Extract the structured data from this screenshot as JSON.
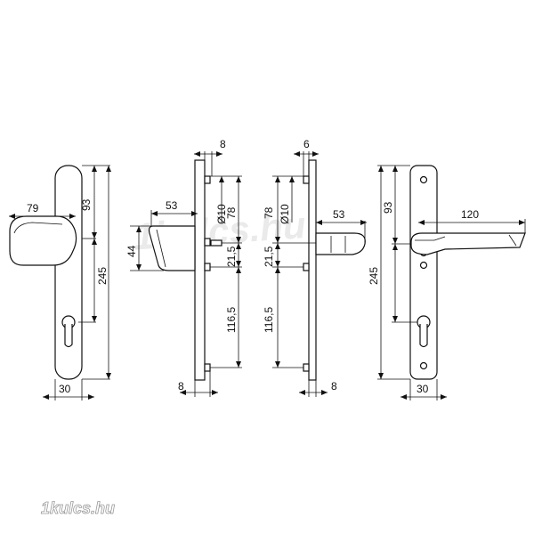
{
  "watermark": "1kulcs.hu",
  "corner_watermark": "1kulcs.hu",
  "colors": {
    "line": "#111111",
    "watermark": "#d9d9d9"
  },
  "view1": {
    "lever_length": "79",
    "top_to_spindle": "93",
    "spindle_to_cylinder": "245",
    "plate_width": "30"
  },
  "view2": {
    "top_offset": "8",
    "hole_dia": "Ø10",
    "top_to_spindle": "78",
    "rose_height": "44",
    "projection": "53",
    "spindle_gap": "21,5",
    "screw_span": "116,5",
    "bottom_offset": "8"
  },
  "view3": {
    "top_offset": "6",
    "hole_dia": "Ø10",
    "top_to_spindle": "78",
    "projection": "53",
    "spindle_gap": "21,5",
    "screw_span": "116,5",
    "bottom_offset": "8"
  },
  "view4": {
    "lever_length": "120",
    "top_to_spindle": "93",
    "spindle_to_cylinder": "245",
    "plate_width": "30"
  }
}
